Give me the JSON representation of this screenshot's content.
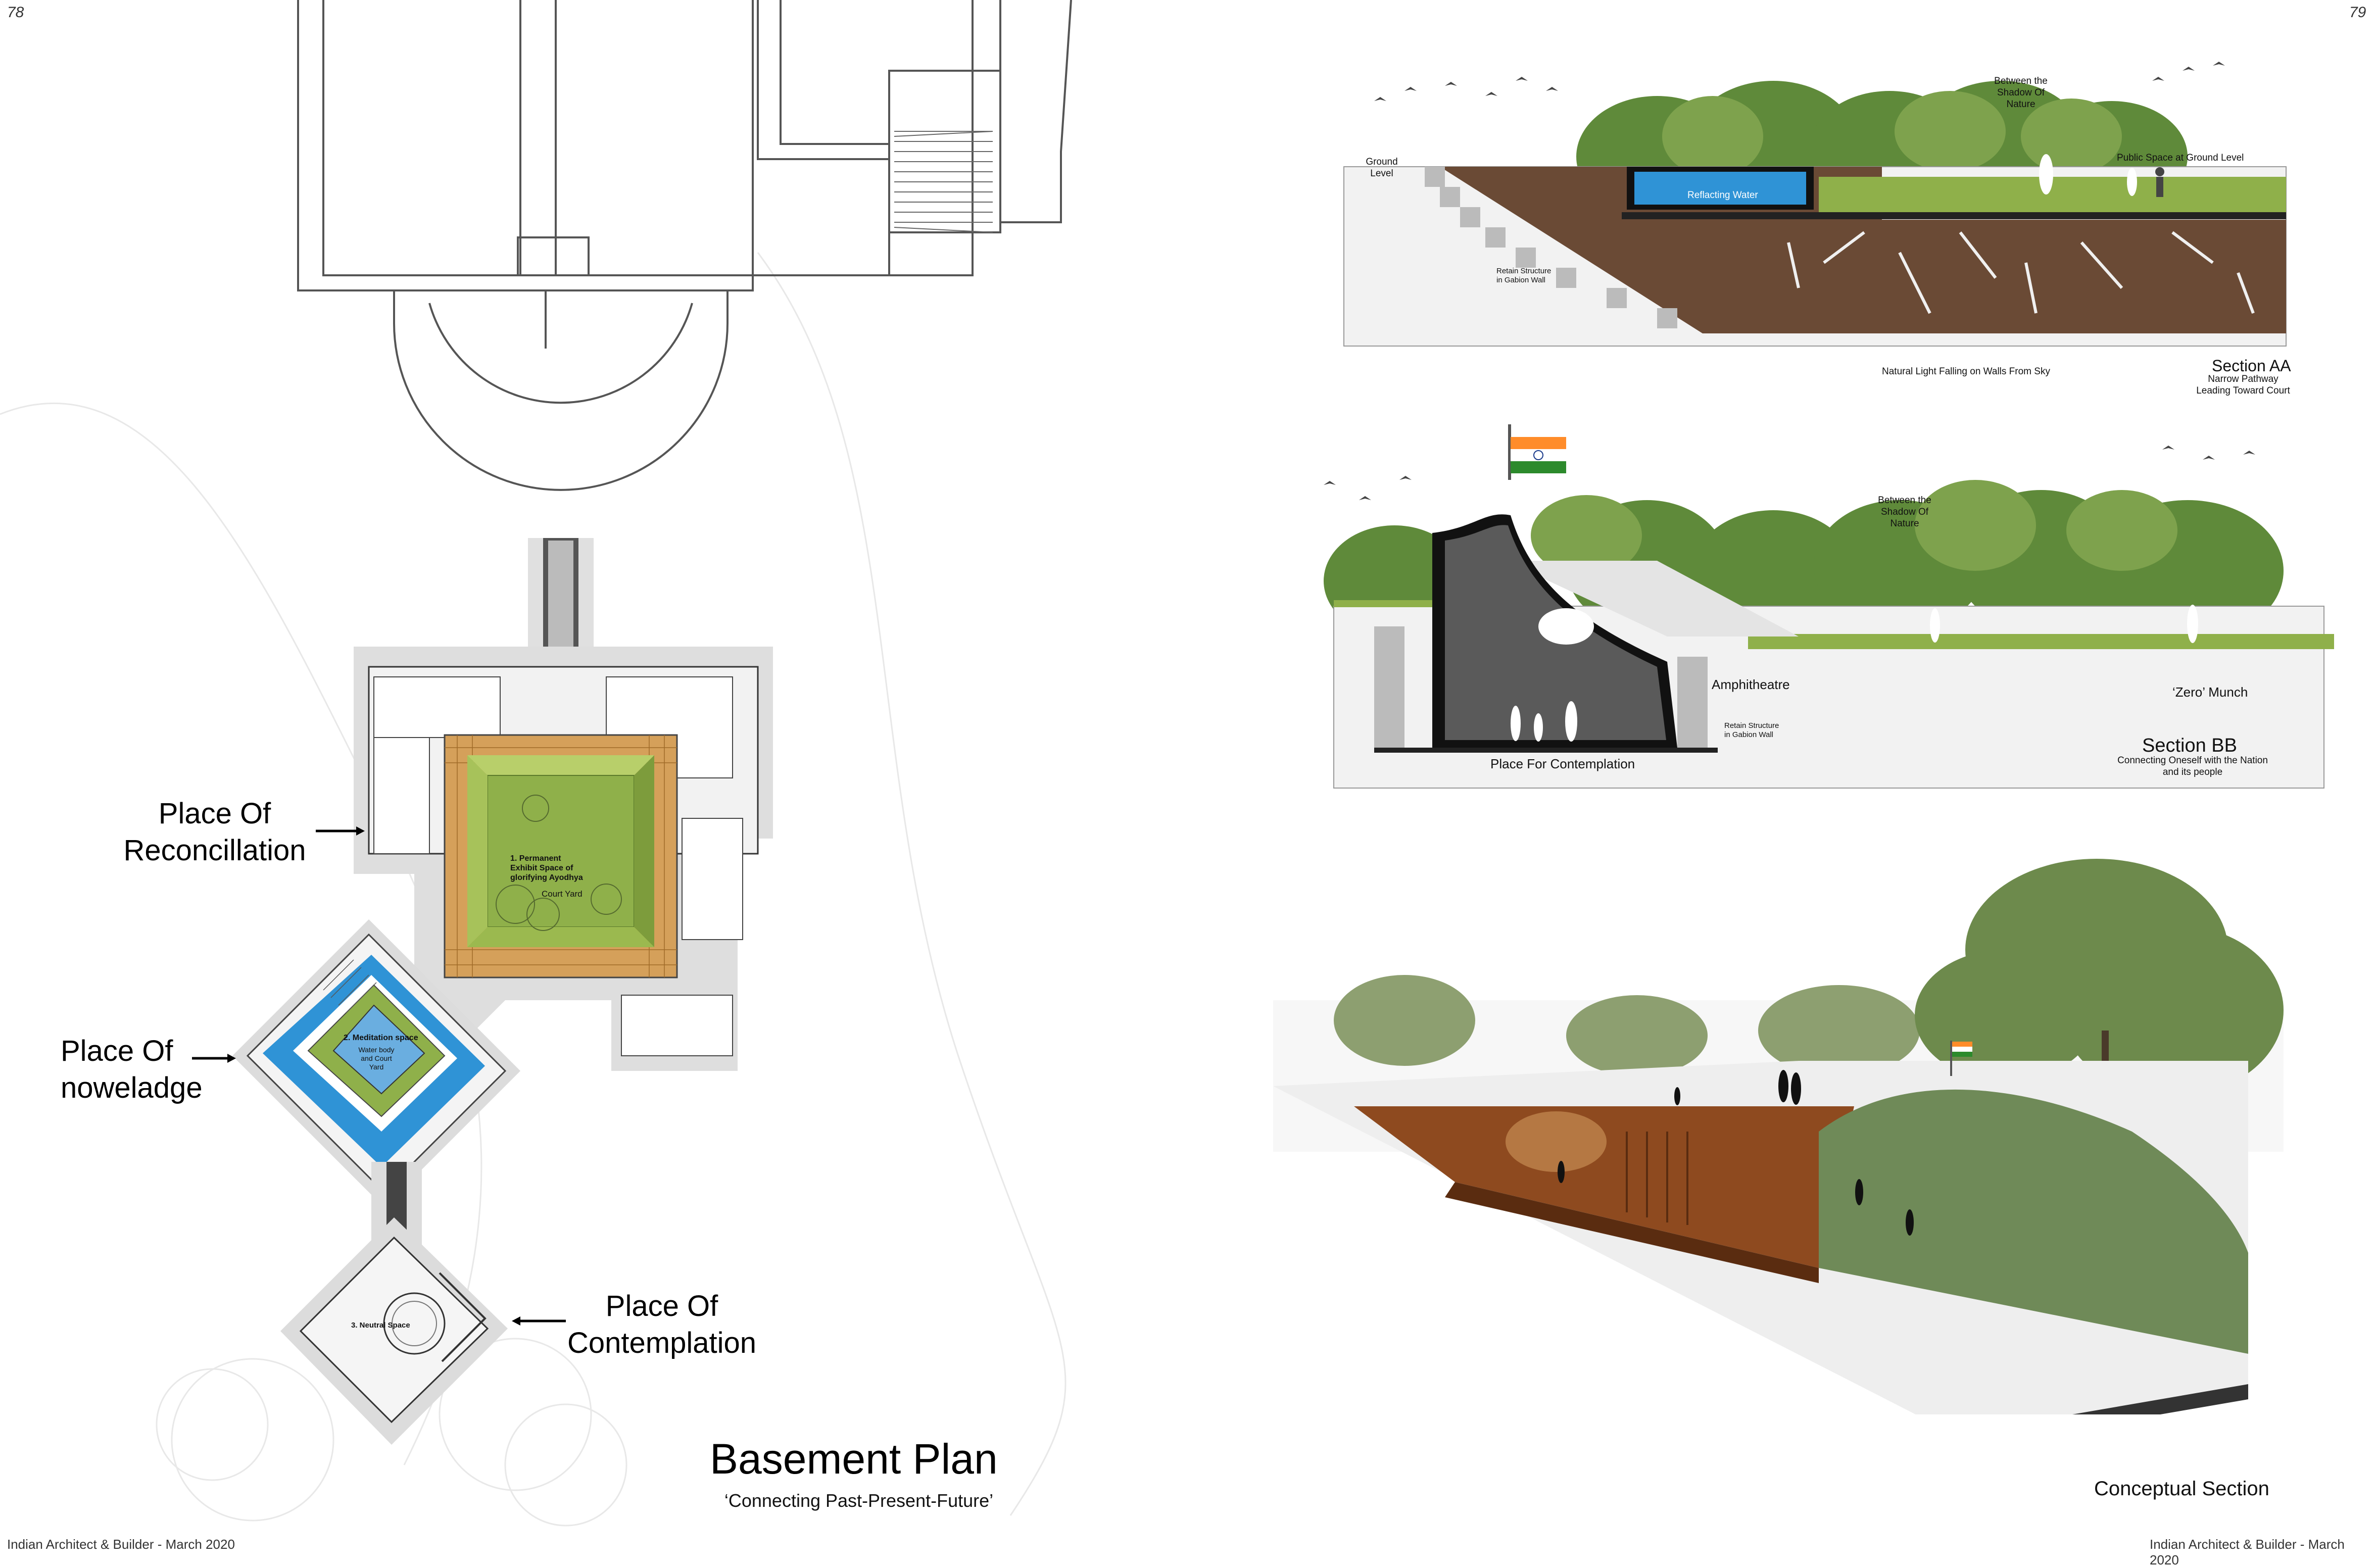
{
  "pages": {
    "left_number": "78",
    "right_number": "79"
  },
  "footer": {
    "left": "Indian Architect & Builder - March 2020",
    "right": "Indian Architect & Builder - March 2020"
  },
  "plan": {
    "title": "Basement Plan",
    "subtitle": "‘Connecting Past-Present-Future’",
    "callouts": [
      {
        "text": "Place Of\nReconcillation"
      },
      {
        "text": "Place Of\nnoweladge"
      },
      {
        "text": "Place Of\nContemplation"
      }
    ],
    "rooms": {
      "court": "1. Permanent Exhibit Space of glorifying Ayodhya",
      "court_sub": "Court Yard",
      "meditation": "2. Meditation space",
      "meditation_sub": "Water body and Court Yard",
      "neutral": "3. Neutral Space"
    }
  },
  "section_aa": {
    "title": "Section AA",
    "subtitle": "Narrow Pathway\nLeading Toward Court",
    "labels": {
      "shadow": "Between the\nShadow Of Nature",
      "ground": "Ground\nLevel",
      "water": "Reflacting Water",
      "public": "Public Space at Ground Level",
      "retain": "Retain Structure\nin Gabion Wall",
      "light": "Natural Light Falling on Walls From Sky"
    }
  },
  "section_bb": {
    "title": "Section BB",
    "subtitle": "Connecting Oneself with the Nation\nand its people",
    "labels": {
      "shadow": "Between the\nShadow Of Nature",
      "amphi": "Amphitheatre",
      "retain": "Retain Structure\nin Gabion Wall",
      "contemplation": "Place For Contemplation",
      "munch": "‘Zero’ Munch"
    }
  },
  "conceptual": {
    "title": "Conceptual Section"
  },
  "colors": {
    "lawn": "#8fb04a",
    "water": "#2f93d6",
    "wood": "#c98f3e",
    "earth": "#6a4a35"
  }
}
